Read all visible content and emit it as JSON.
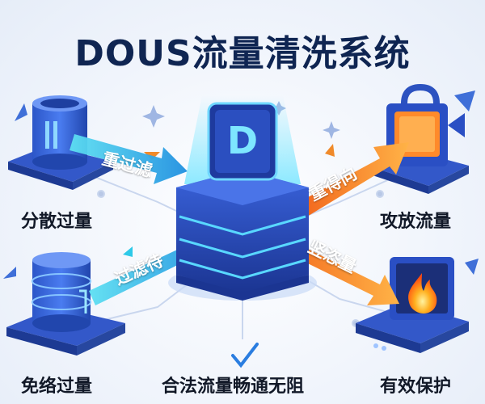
{
  "title": "DOUS流量清洗系统",
  "center": {
    "glyph": "D"
  },
  "nodes": {
    "top_left": "分散过量",
    "bottom_left": "免络过量",
    "top_right": "攻放流量",
    "bottom_right": "有效保护",
    "bottom_center": "合法流量畅通无阻"
  },
  "arrows": {
    "top_left": "重过滤",
    "bottom_left": "过滤待",
    "top_right": "重得向",
    "bottom_right": "竖恣量"
  },
  "colors": {
    "title": "#0f2552",
    "cyan_arrow": "#2ec9e8",
    "orange_arrow": "#f47a20",
    "server_blue": "#2a4fc4"
  }
}
